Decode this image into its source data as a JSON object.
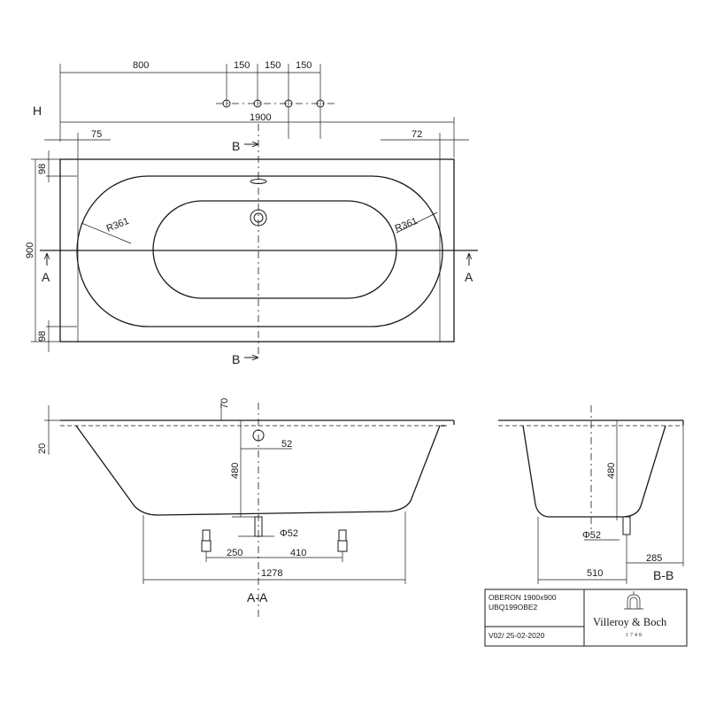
{
  "drawing": {
    "top_view": {
      "label_h": "H",
      "dims": {
        "d800": "800",
        "d150_1": "150",
        "d150_2": "150",
        "d150_3": "150",
        "d1900": "1900",
        "d75": "75",
        "d72": "72",
        "d98_top": "98",
        "d900": "900",
        "d98_bottom": "98",
        "r_left": "R361",
        "r_right": "R361"
      },
      "section_marks": {
        "b_top": "B",
        "b_bottom": "B",
        "a_left": "A",
        "a_right": "A"
      }
    },
    "section_aa": {
      "title": "A-A",
      "dims": {
        "d70": "70",
        "d20": "20",
        "d52": "52",
        "d480": "480",
        "d_phi52": "Φ52",
        "d250": "250",
        "d410": "410",
        "d1278": "1278"
      }
    },
    "section_bb": {
      "title": "B-B",
      "dims": {
        "d480": "480",
        "d_phi52": "Φ52",
        "d285": "285",
        "d510": "510"
      }
    }
  },
  "title_block": {
    "model_line1": "OBERON 1900x900",
    "model_line2": "UBQ199OBE2",
    "version": "V02/ 25-02-2020",
    "brand": "Villeroy & Boch",
    "brand_since": "1748"
  }
}
